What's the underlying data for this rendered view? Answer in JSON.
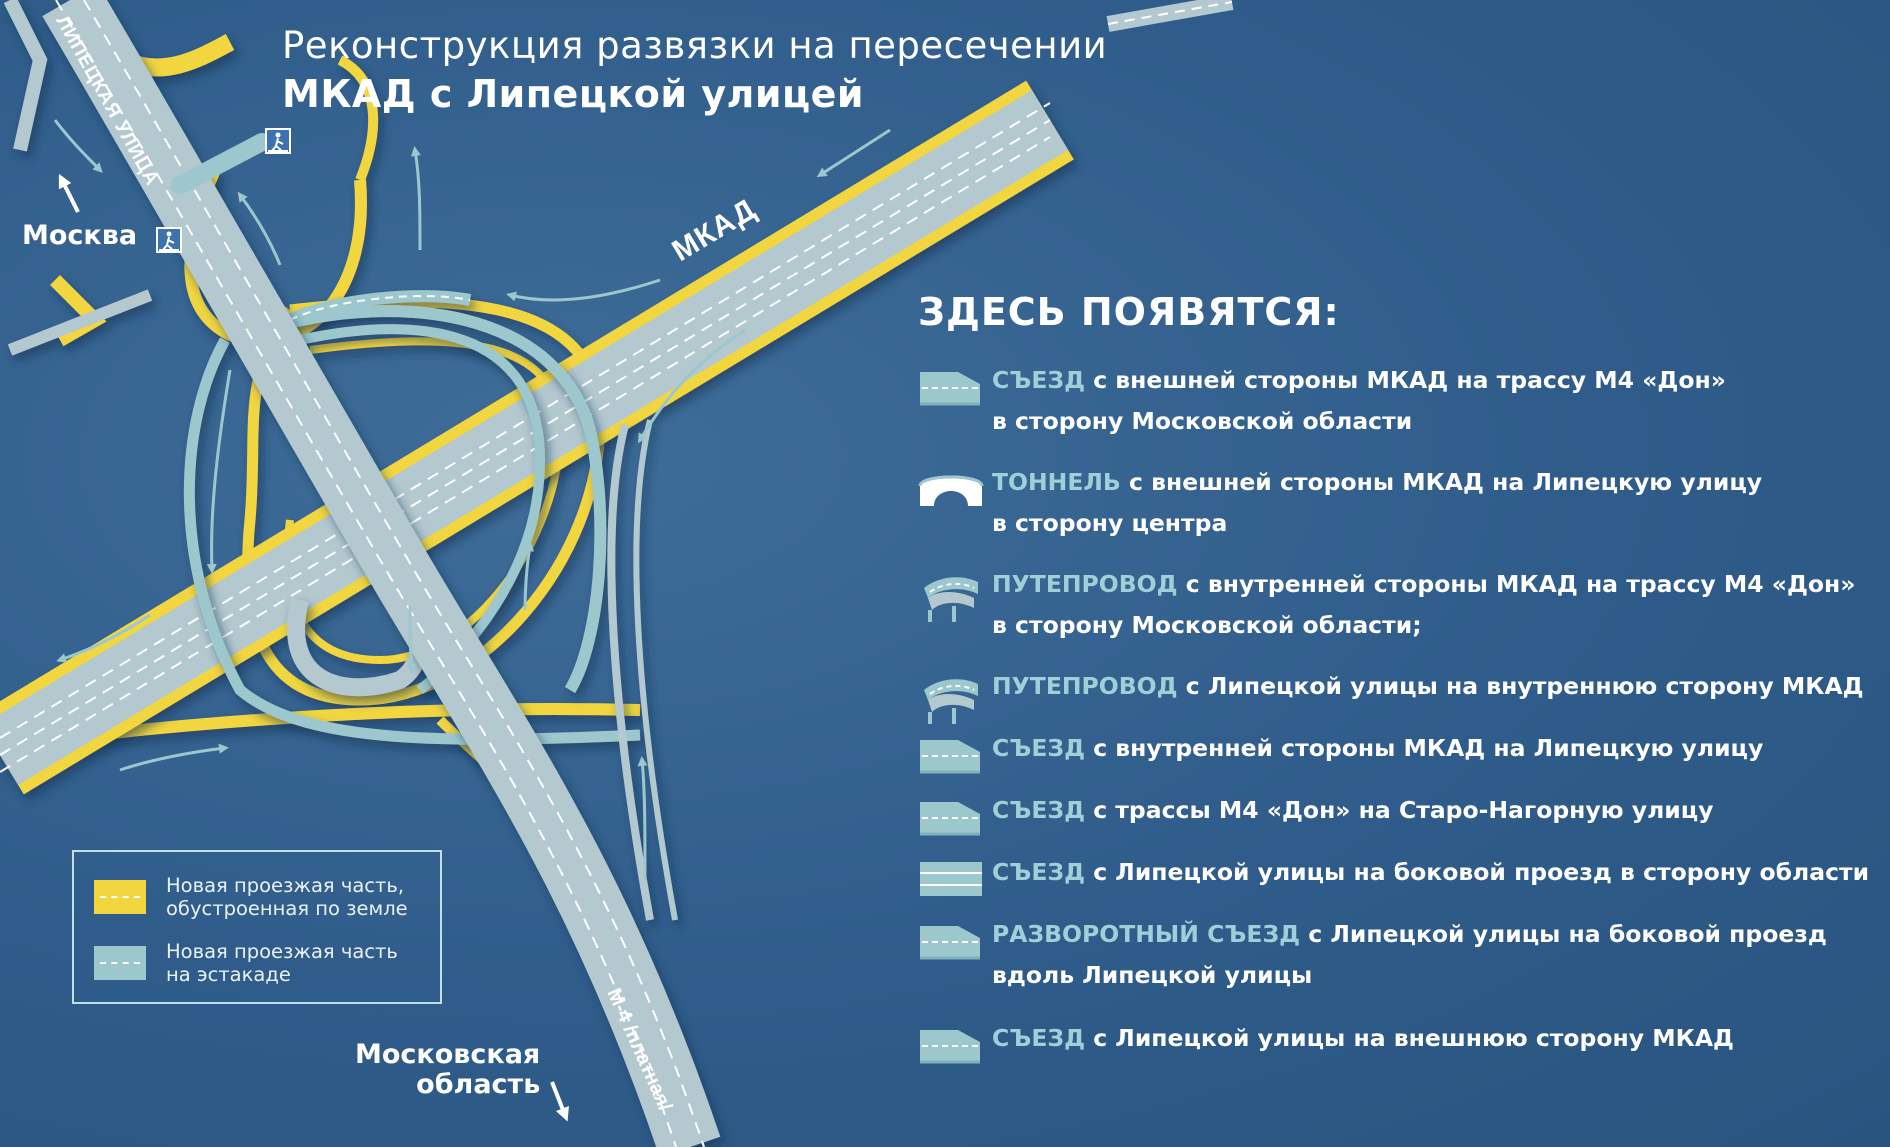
{
  "title": {
    "line1": "Реконструкция развязки на пересечении",
    "line2": "МКАД с Липецкой улицей"
  },
  "map_labels": {
    "lipetskaya": "ЛИПЕЦКАЯ УЛИЦА",
    "mkad": "МКАД",
    "moskva": "Москва",
    "moskovskaya_line1": "Московская",
    "moskovskaya_line2": "область",
    "m4": "М-4 /платная/"
  },
  "icons": {
    "pedestrian_crossing": "pedestrian-crossing-icon",
    "arrow": "arrow-icon"
  },
  "colors": {
    "background": "#2f5c8a",
    "ground_road": "#f2d640",
    "overpass_road": "#9cc7cd",
    "main_road": "#b3c8cf",
    "keyword": "#9fd0d8"
  },
  "features_heading": "ЗДЕСЬ ПОЯВЯТСЯ:",
  "features": [
    {
      "icon": "ramp-icon",
      "keyword": "СЪЕЗД",
      "line1": " с внешней стороны МКАД на трассу М4 «Дон»",
      "line2": "в сторону Московской области"
    },
    {
      "icon": "tunnel-icon",
      "keyword": "ТОННЕЛЬ",
      "line1": " с внешней стороны МКАД на Липецкую улицу",
      "line2": "в сторону центра"
    },
    {
      "icon": "overpass-icon",
      "keyword": "ПУТЕПРОВОД",
      "line1": " с внутренней стороны МКАД на трассу М4 «Дон»",
      "line2": "в сторону Московской области;"
    },
    {
      "icon": "overpass-icon",
      "keyword": "ПУТЕПРОВОД",
      "line1": " с Липецкой улицы на внутреннюю сторону МКАД",
      "line2": ""
    },
    {
      "icon": "ramp-icon",
      "keyword": "СЪЕЗД",
      "line1": " с внутренней стороны МКАД на Липецкую улицу",
      "line2": ""
    },
    {
      "icon": "ramp-icon",
      "keyword": "СЪЕЗД",
      "line1": " с трассы М4 «Дон» на Старо-Нагорную улицу",
      "line2": ""
    },
    {
      "icon": "side-road-icon",
      "keyword": "СЪЕЗД",
      "line1": " с Липецкой улицы на боковой проезд в сторону области",
      "line2": ""
    },
    {
      "icon": "ramp-icon",
      "keyword": "РАЗВОРОТНЫЙ СЪЕЗД",
      "line1": " с Липецкой улицы на боковой проезд",
      "line2": "вдоль Липецкой улицы"
    },
    {
      "icon": "ramp-icon",
      "keyword": "СЪЕЗД",
      "line1": " с Липецкой улицы на внешнюю сторону МКАД",
      "line2": ""
    }
  ],
  "legend": {
    "items": [
      {
        "color": "#f2d640",
        "text_line1": "Новая проезжая часть,",
        "text_line2": "обустроенная по земле"
      },
      {
        "color": "#9cc7cd",
        "text_line1": "Новая проезжая часть",
        "text_line2": "на эстакаде"
      }
    ]
  }
}
